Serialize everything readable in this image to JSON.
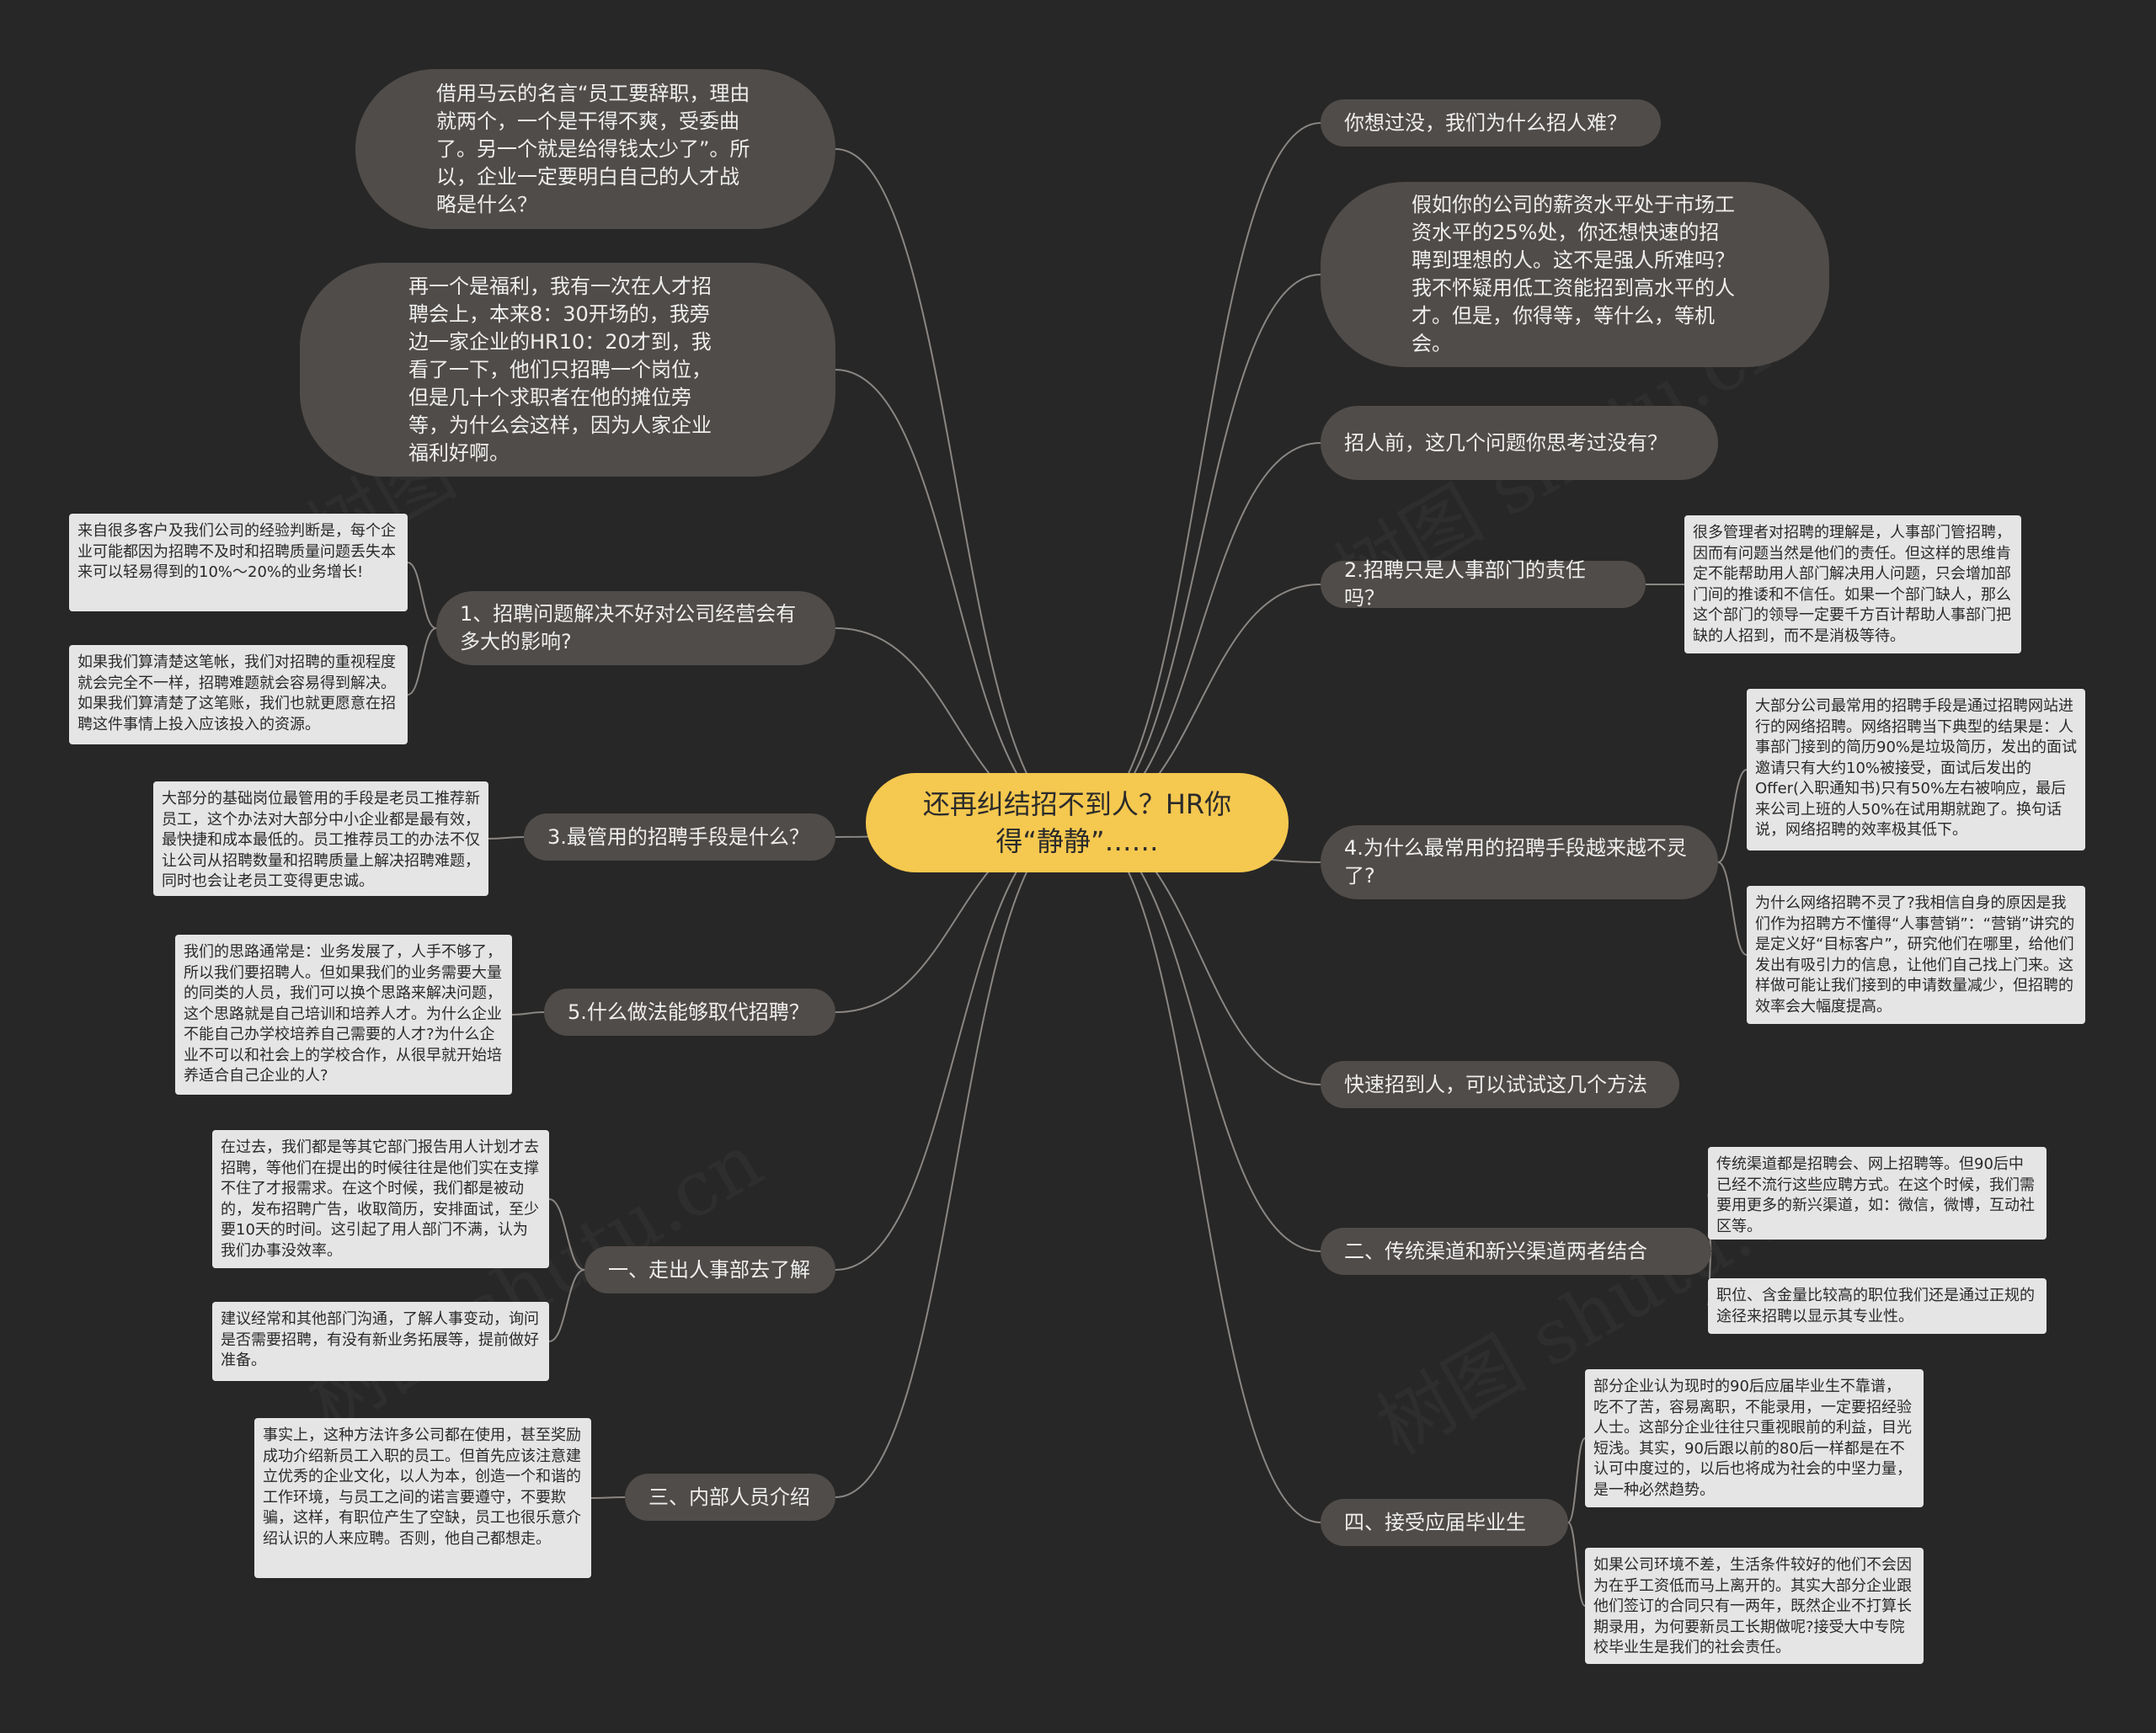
{
  "center": {
    "title": "还再纠结招不到人？HR你得“静静”……"
  },
  "left": {
    "bubble_1": "借用马云的名言“员工要辞职，理由就两个，一个是干得不爽，受委曲了。另一个就是给得钱太少了”。所以，企业一定要明白自己的人才战略是什么？",
    "bubble_2": "再一个是福利，我有一次在人才招聘会上，本来8：30开场的，我旁边一家企业的HR10：20才到，我看了一下，他们只招聘一个岗位，但是几十个求职者在他的摊位旁等，为什么会这样，因为人家企业福利好啊。",
    "branch_1": {
      "label": "1、招聘问题解决不好对公司经营会有多大的影响?",
      "notes": [
        "来自很多客户及我们公司的经验判断是，每个企业可能都因为招聘不及时和招聘质量问题丢失本来可以轻易得到的10%～20%的业务增长!",
        "如果我们算清楚这笔帐，我们对招聘的重视程度就会完全不一样，招聘难题就会容易得到解决。如果我们算清楚了这笔账，我们也就更愿意在招聘这件事情上投入应该投入的资源。"
      ]
    },
    "branch_3": {
      "label": "3.最管用的招聘手段是什么？",
      "notes": [
        "大部分的基础岗位最管用的手段是老员工推荐新员工，这个办法对大部分中小企业都是最有效，最快捷和成本最低的。员工推荐员工的办法不仅让公司从招聘数量和招聘质量上解决招聘难题，同时也会让老员工变得更忠诚。"
      ]
    },
    "branch_5": {
      "label": "5.什么做法能够取代招聘？",
      "notes": [
        "我们的思路通常是：业务发展了，人手不够了，所以我们要招聘人。但如果我们的业务需要大量的同类的人员，我们可以换个思路来解决问题，这个思路就是自己培训和培养人才。为什么企业不能自己办学校培养自己需要的人才?为什么企业不可以和社会上的学校合作，从很早就开始培养适合自己企业的人?"
      ]
    },
    "branch_a": {
      "label": "一、走出人事部去了解",
      "notes": [
        "在过去，我们都是等其它部门报告用人计划才去招聘，等他们在提出的时候往往是他们实在支撑不住了才报需求。在这个时候，我们都是被动的，发布招聘广告，收取简历，安排面试，至少要10天的时间。这引起了用人部门不满，认为我们办事没效率。",
        "建议经常和其他部门沟通，了解人事变动，询问是否需要招聘，有没有新业务拓展等，提前做好准备。"
      ]
    },
    "branch_c": {
      "label": "三、内部人员介绍",
      "notes": [
        "事实上，这种方法许多公司都在使用，甚至奖励成功介绍新员工入职的员工。但首先应该注意建立优秀的企业文化，以人为本，创造一个和谐的工作环境，与员工之间的诺言要遵守，不要欺骗，这样，有职位产生了空缺，员工也很乐意介绍认识的人来应聘。否则，他自己都想走。"
      ]
    }
  },
  "right": {
    "branch_q": {
      "label": "你想过没，我们为什么招人难？"
    },
    "bubble_3": "假如你的公司的薪资水平处于市场工资水平的25%处，你还想快速的招聘到理想的人。这不是强人所难吗？我不怀疑用低工资能招到高水平的人才。但是，你得等，等什么，等机会。",
    "branch_think": {
      "label": "招人前，这几个问题你思考过没有？"
    },
    "branch_2": {
      "label": "2.招聘只是人事部门的责任吗？",
      "notes": [
        "很多管理者对招聘的理解是，人事部门管招聘，因而有问题当然是他们的责任。但这样的思维肯定不能帮助用人部门解决用人问题，只会增加部门间的推诿和不信任。如果一个部门缺人，那么这个部门的领导一定要千方百计帮助人事部门把缺的人招到，而不是消极等待。"
      ]
    },
    "branch_4": {
      "label": "4.为什么最常用的招聘手段越来越不灵了?",
      "notes": [
        "大部分公司最常用的招聘手段是通过招聘网站进行的网络招聘。网络招聘当下典型的结果是：人事部门接到的简历90%是垃圾简历，发出的面试邀请只有大约10%被接受，面试后发出的Offer(入职通知书)只有50%左右被响应，最后来公司上班的人50%在试用期就跑了。换句话说，网络招聘的效率极其低下。",
        "为什么网络招聘不灵了?我相信自身的原因是我们作为招聘方不懂得“人事营销”：“营销”讲究的是定义好“目标客户”，研究他们在哪里，给他们发出有吸引力的信息，让他们自己找上门来。这样做可能让我们接到的申请数量减少，但招聘的效率会大幅度提高。"
      ]
    },
    "branch_fast": {
      "label": "快速招到人，可以试试这几个方法"
    },
    "branch_b": {
      "label": "二、传统渠道和新兴渠道两者结合",
      "notes": [
        "传统渠道都是招聘会、网上招聘等。但90后中已经不流行这些应聘方式。在这个时候，我们需要用更多的新兴渠道，如：微信，微博，互动社区等。",
        "职位、含金量比较高的职位我们还是通过正规的途径来招聘以显示其专业性。"
      ]
    },
    "branch_d": {
      "label": "四、接受应届毕业生",
      "notes": [
        "部分企业认为现时的90后应届毕业生不靠谱，吃不了苦，容易离职，不能录用，一定要招经验人士。这部分企业往往只重视眼前的利益，目光短浅。其实，90后跟以前的80后一样都是在不认可中度过的，以后也将成为社会的中坚力量，是一种必然趋势。",
        "如果公司环境不差，生活条件较好的他们不会因为在乎工资低而马上离开的。其实大部分企业跟他们签订的合同只有一两年，既然企业不打算长期录用，为何要新员工长期做呢?接受大中专院校毕业生是我们的社会责任。"
      ]
    }
  },
  "watermark": "树图 shutu.cn",
  "colors": {
    "background": "#272727",
    "center": "#f5c84f",
    "branch": "#504c49",
    "note": "#e5e5e5",
    "line": "#8a8683"
  }
}
